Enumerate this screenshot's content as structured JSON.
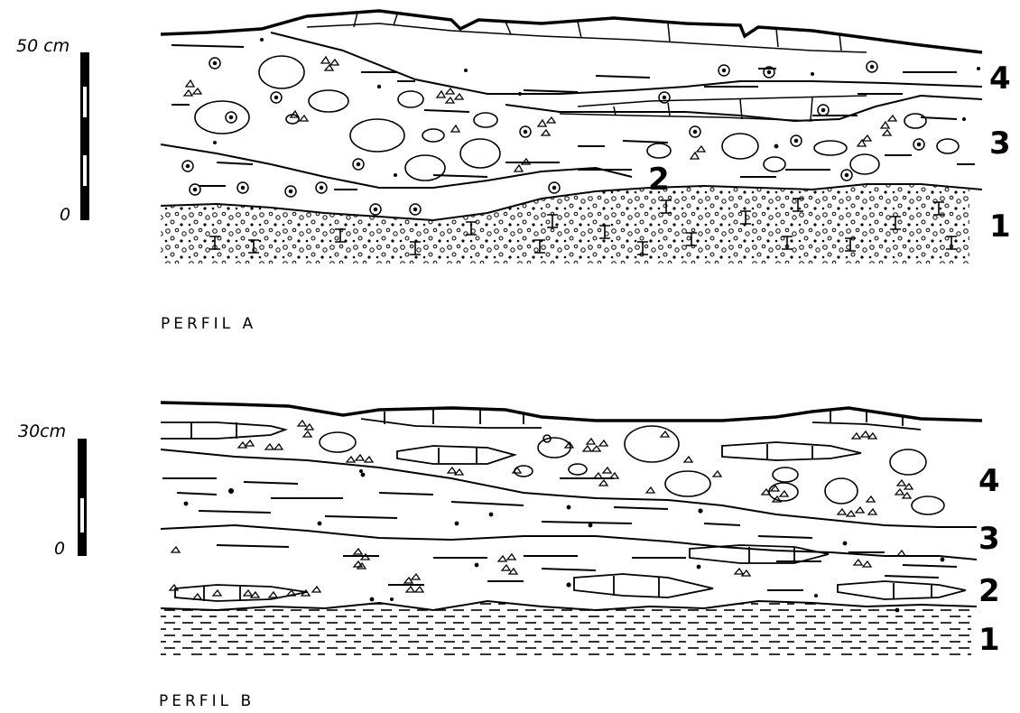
{
  "profiles": [
    {
      "title": "PERFIL A",
      "scale": {
        "top_label": "50 cm",
        "bottom_label": "0"
      },
      "layers": [
        {
          "number": "4"
        },
        {
          "number": "3"
        },
        {
          "number": "2"
        },
        {
          "number": "1"
        }
      ]
    },
    {
      "title": "PERFIL B",
      "scale": {
        "top_label": "30cm",
        "bottom_label": "0"
      },
      "layers": [
        {
          "number": "4"
        },
        {
          "number": "3"
        },
        {
          "number": "2"
        },
        {
          "number": "1"
        }
      ]
    }
  ],
  "colors": {
    "ink": "#000000",
    "paper": "#ffffff"
  }
}
